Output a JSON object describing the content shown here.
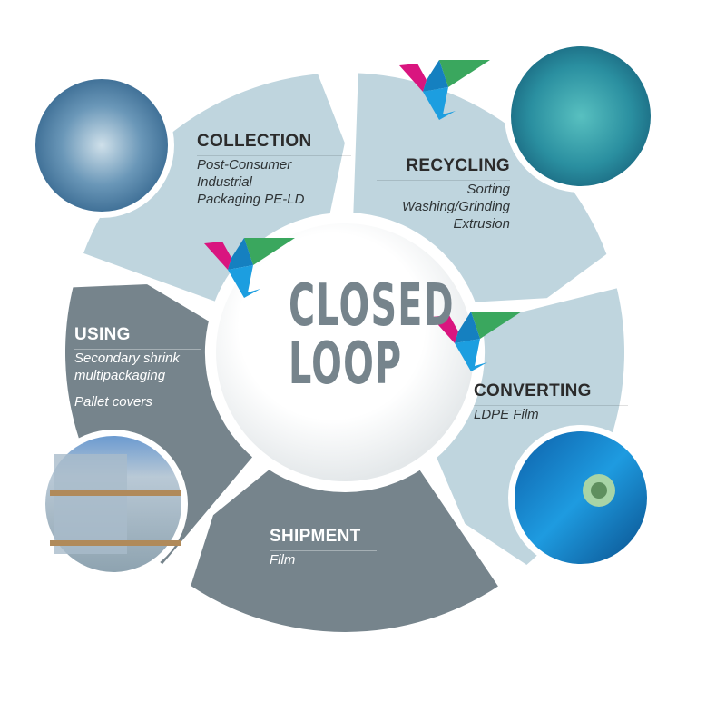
{
  "center_title": {
    "line1": "CLOSED",
    "line2": "LOOP"
  },
  "colors": {
    "light_segment": "#bfd5de",
    "dark_segment": "#76848c",
    "bird_pink": "#d9157f",
    "bird_blue": "#1c9ee0",
    "bird_green": "#3aa75e"
  },
  "stages": {
    "collection": {
      "title": "COLLECTION",
      "lines": [
        "Post-Consumer",
        "Industrial",
        "Packaging PE-LD"
      ]
    },
    "recycling": {
      "title": "RECYCLING",
      "lines": [
        "Sorting",
        "Washing/Grinding",
        "Extrusion"
      ]
    },
    "converting": {
      "title": "CONVERTING",
      "lines": [
        "LDPE Film"
      ]
    },
    "shipment": {
      "title": "SHIPMENT",
      "lines": [
        "Film"
      ]
    },
    "using": {
      "title": "USING",
      "lines": [
        "Secondary shrink",
        "multipackaging",
        "Pallet covers"
      ]
    }
  }
}
